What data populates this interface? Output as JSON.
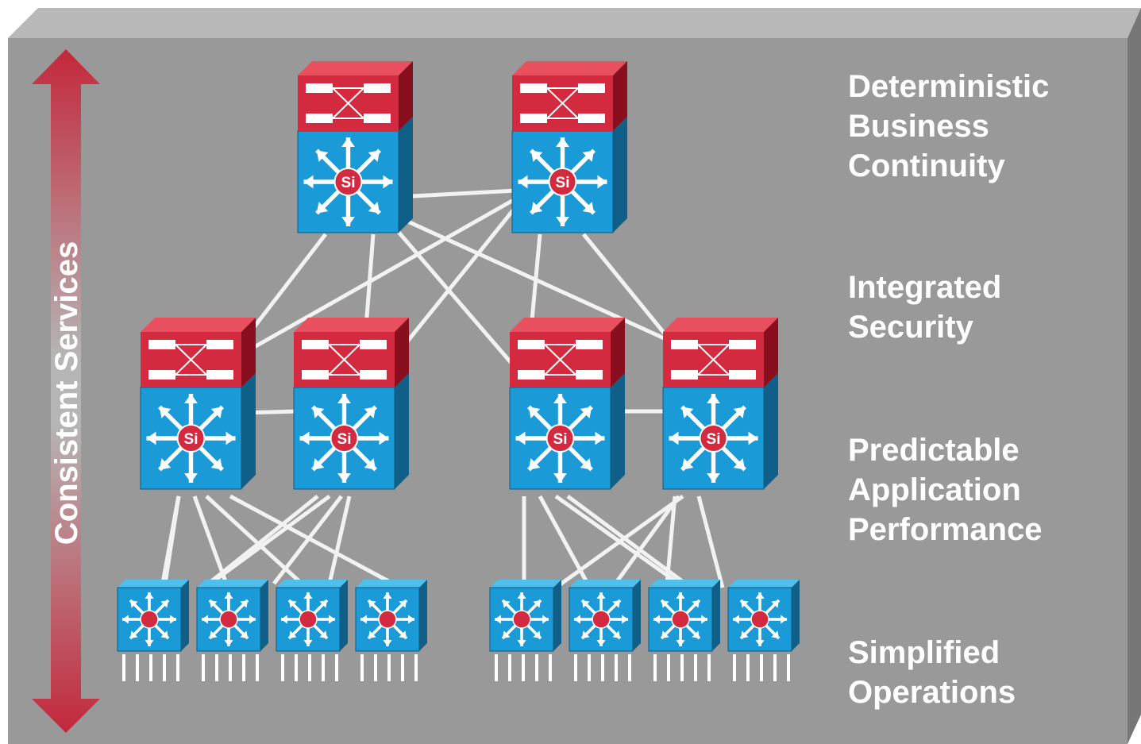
{
  "side_label": "Consistent Services",
  "benefits": [
    {
      "lines": [
        "Deterministic",
        "Business",
        "Continuity"
      ]
    },
    {
      "lines": [
        "Integrated",
        "Security"
      ]
    },
    {
      "lines": [
        "Predictable",
        "Application",
        "Performance"
      ]
    },
    {
      "lines": [
        "Simplified",
        "Operations"
      ]
    }
  ],
  "device_badge": "Si",
  "colors": {
    "panel": "#999999",
    "panel_top": "#b3b3b3",
    "panel_side": "#7a7a7a",
    "switch_blue": "#1a9ad6",
    "switch_red": "#d42a3f",
    "arrow_red": "#c0283a",
    "link": "#f2f2f2"
  },
  "icons": [
    "layer3-switch-icon",
    "firewall-module-icon",
    "access-switch-icon",
    "double-headed-arrow-icon"
  ]
}
